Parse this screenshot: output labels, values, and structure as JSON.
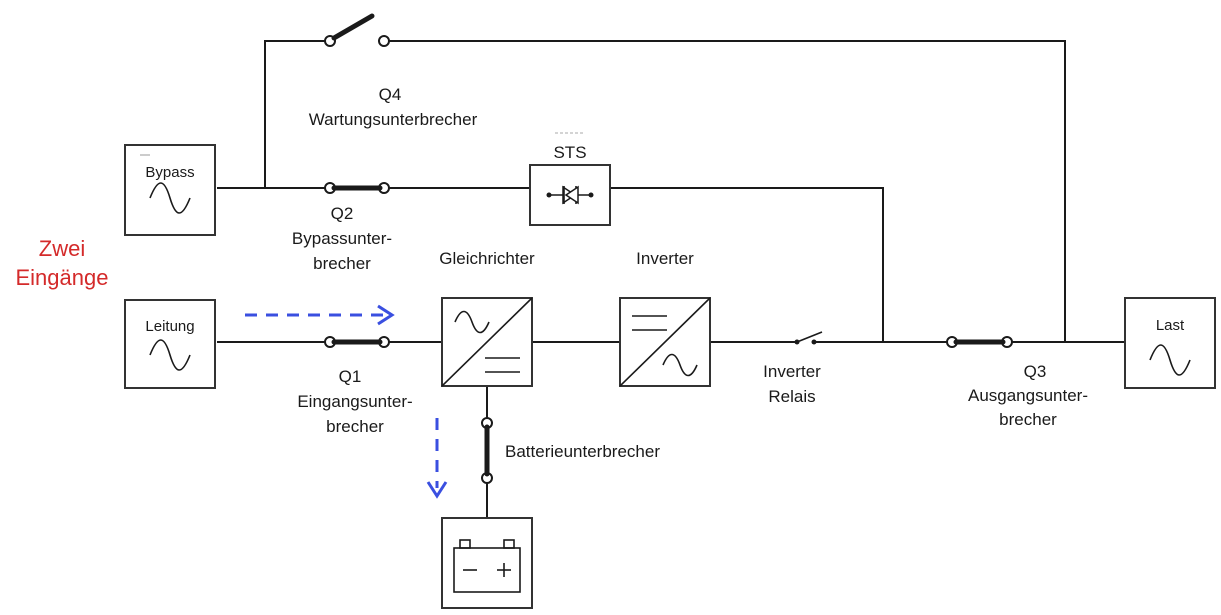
{
  "labels": {
    "q4_id": "Q4",
    "q4_name": "Wartungsunterbrecher",
    "sts": "STS",
    "bypass": "Bypass",
    "q2_id": "Q2",
    "q2_name_1": "Bypassunter-",
    "q2_name_2": "brecher",
    "gleichrichter": "Gleichrichter",
    "inverter": "Inverter",
    "zwei_1": "Zwei",
    "zwei_2": "Eingänge",
    "leitung": "Leitung",
    "q1_id": "Q1",
    "q1_name_1": "Eingangsunter-",
    "q1_name_2": "brecher",
    "battery_breaker": "Batterieunterbrecher",
    "inverter_relay_1": "Inverter",
    "inverter_relay_2": "Relais",
    "q3_id": "Q3",
    "q3_name_1": "Ausgangsunter-",
    "q3_name_2": "brecher",
    "last": "Last"
  },
  "colors": {
    "accent_red": "#d42a2a",
    "arrow_blue": "#3a4fe0"
  }
}
